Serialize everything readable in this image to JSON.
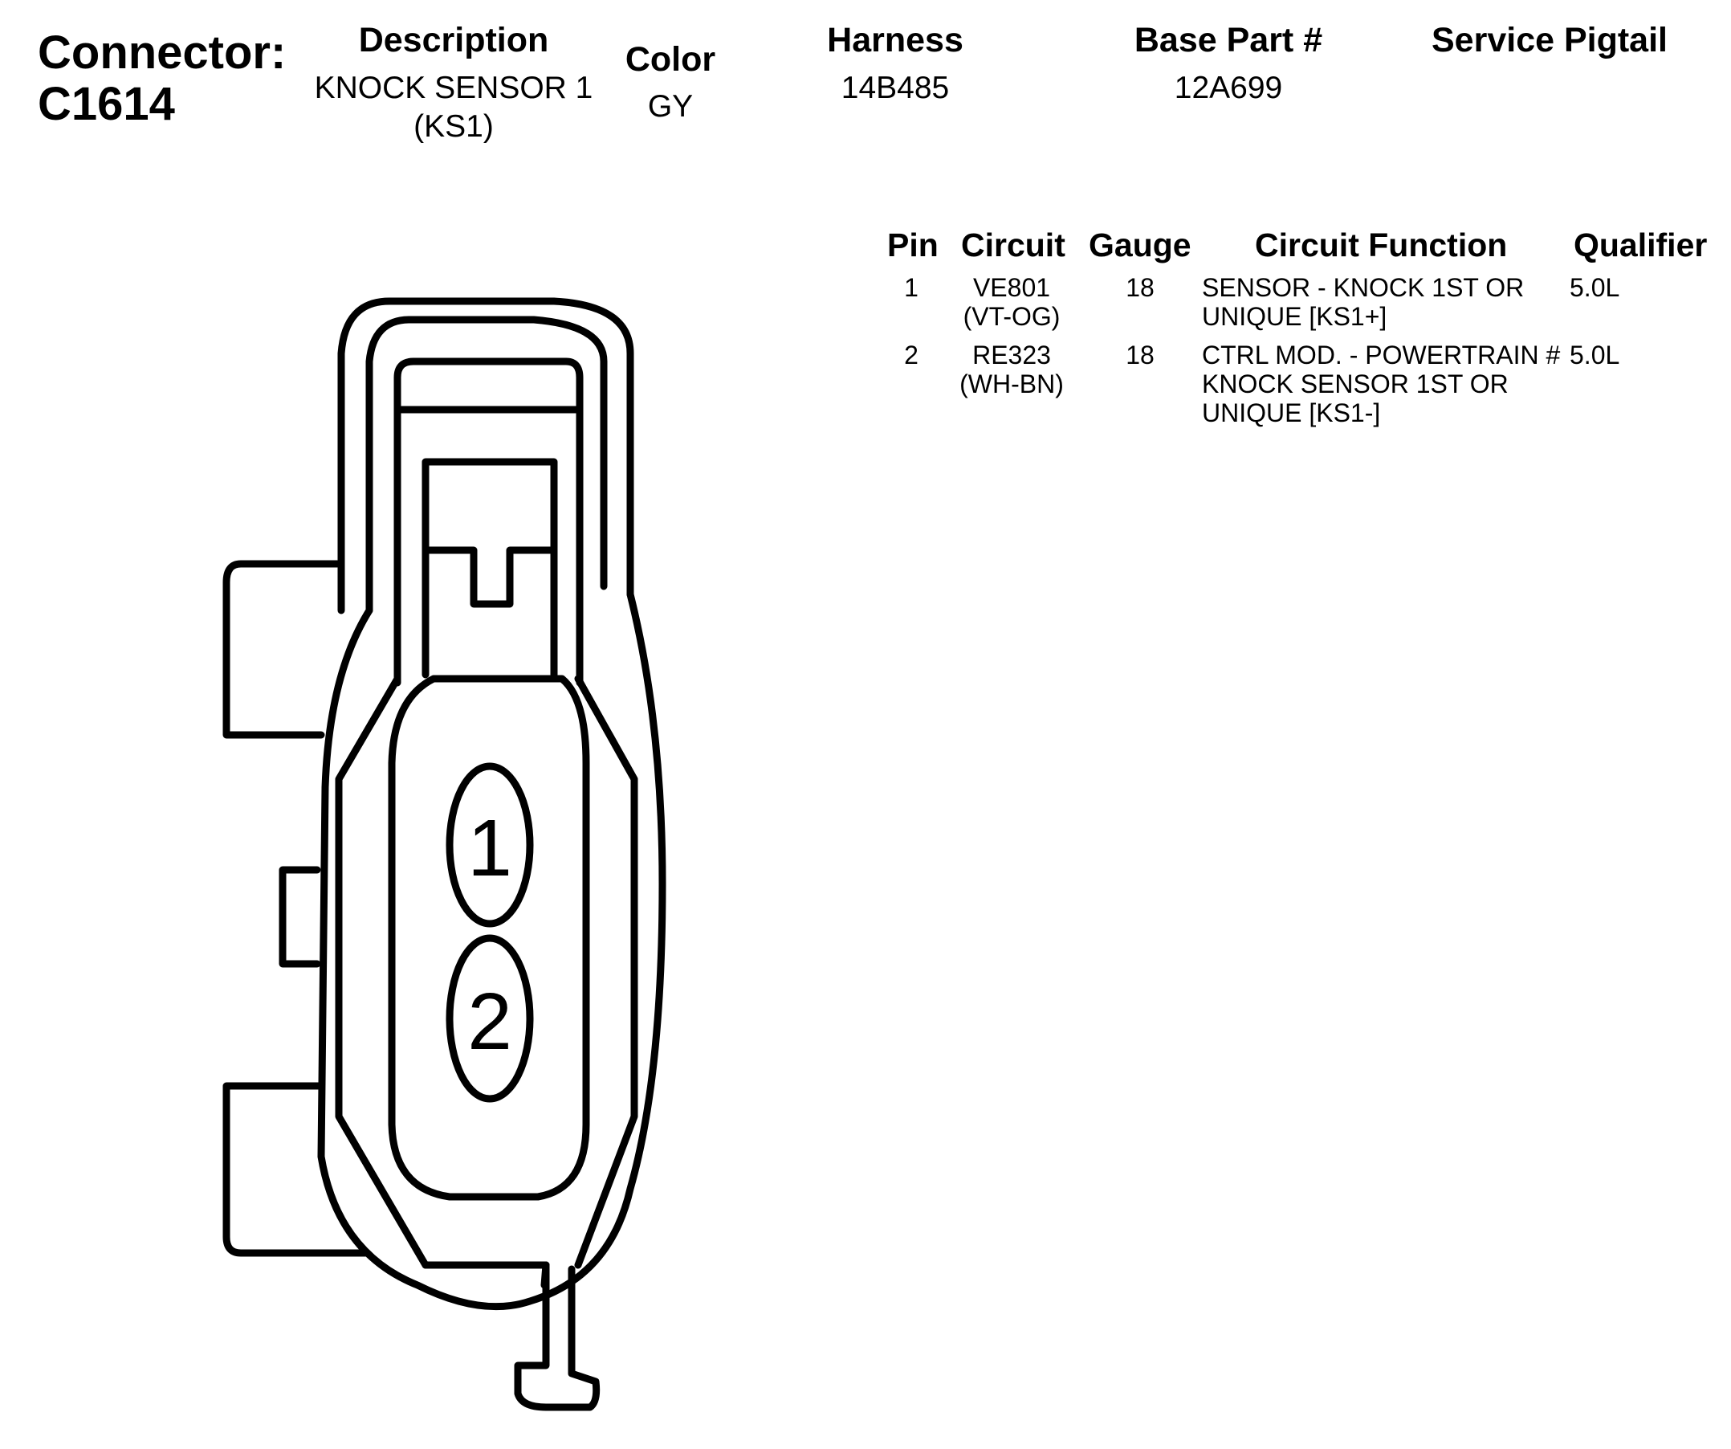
{
  "connector": {
    "label": "Connector:",
    "id": "C1614"
  },
  "header": {
    "description": {
      "title": "Description",
      "line1": "KNOCK SENSOR 1",
      "line2": "(KS1)"
    },
    "color": {
      "title": "Color",
      "value": "GY"
    },
    "harness": {
      "title": "Harness",
      "value": "14B485"
    },
    "base_part": {
      "title": "Base Part #",
      "value": "12A699"
    },
    "service_pigtail": {
      "title": "Service Pigtail",
      "value": ""
    }
  },
  "pin_table": {
    "columns": [
      "Pin",
      "Circuit",
      "Gauge",
      "Circuit Function",
      "Qualifier"
    ],
    "rows": [
      {
        "pin": "1",
        "circuit": [
          "VE801",
          "(VT-OG)"
        ],
        "gauge": "18",
        "function": [
          "SENSOR - KNOCK 1ST OR",
          "UNIQUE [KS1+]"
        ],
        "qualifier": "5.0L"
      },
      {
        "pin": "2",
        "circuit": [
          "RE323",
          "(WH-BN)"
        ],
        "gauge": "18",
        "function": [
          "CTRL MOD. - POWERTRAIN #",
          "KNOCK SENSOR 1ST OR",
          "UNIQUE [KS1-]"
        ],
        "qualifier": "5.0L"
      }
    ]
  },
  "diagram": {
    "pin_labels": [
      "1",
      "2"
    ],
    "stroke_color": "#000000"
  }
}
